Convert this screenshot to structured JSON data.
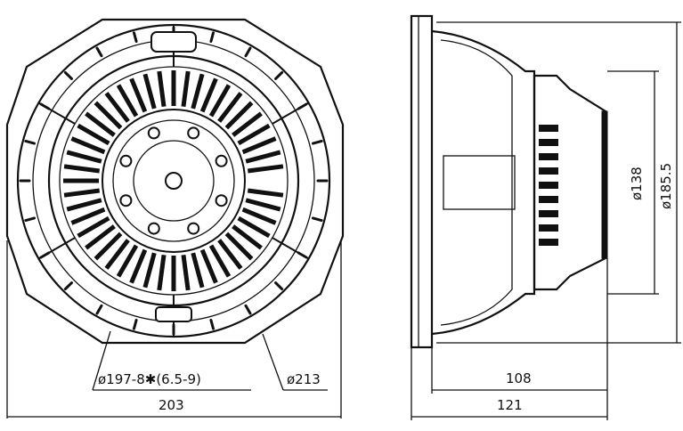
{
  "drawing": {
    "front_view": {
      "bolt_circle_label": "ø197-8✱(6.5-9)",
      "outer_diameter_label": "ø213",
      "overall_width_label": "203"
    },
    "side_view": {
      "magnet_diameter_label": "ø138",
      "frame_diameter_label": "ø185.5",
      "mounting_depth_label": "108",
      "overall_depth_label": "121"
    }
  }
}
